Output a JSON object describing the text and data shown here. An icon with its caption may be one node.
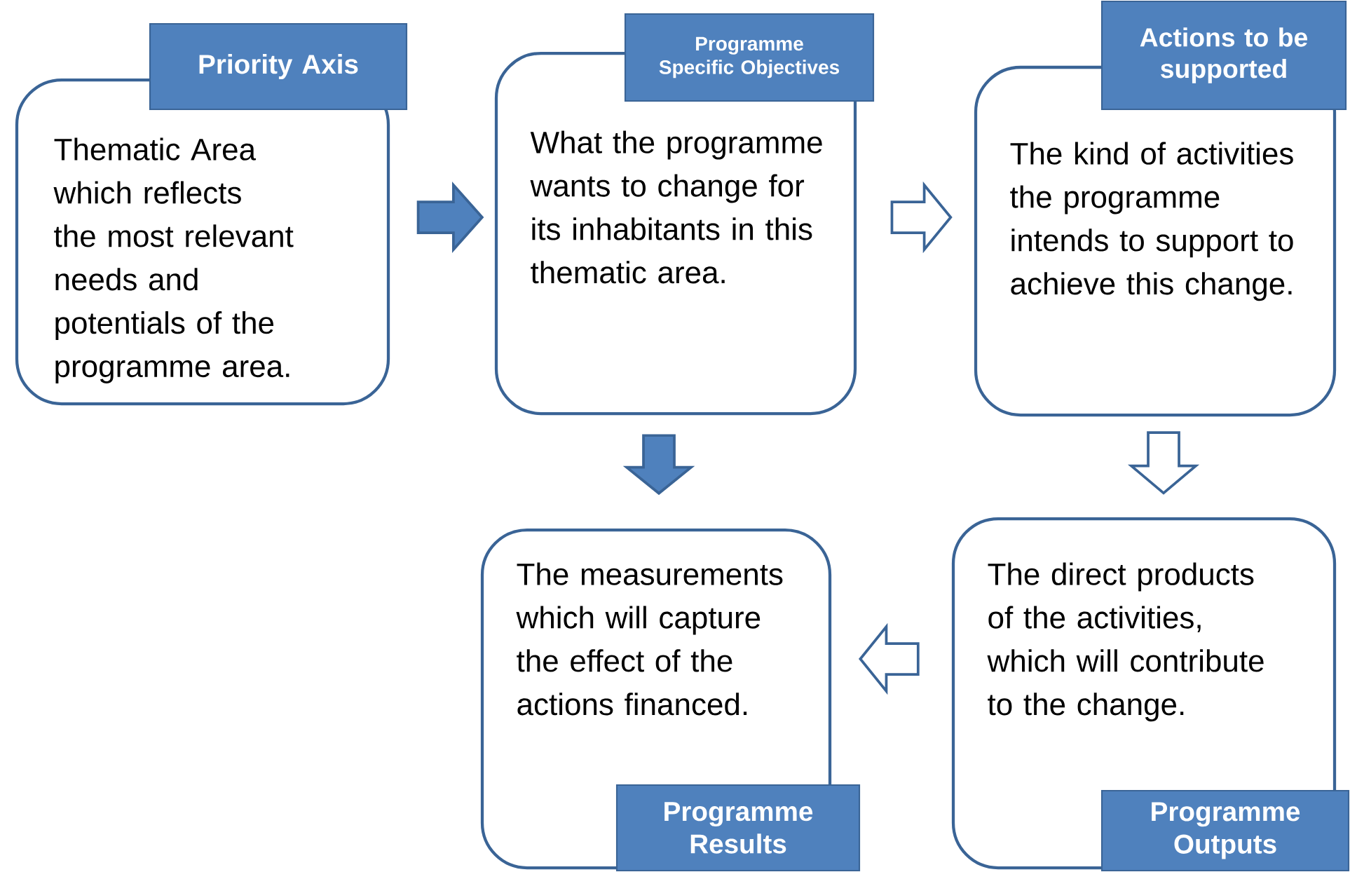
{
  "diagram": {
    "nodes": [
      {
        "text": [
          "Priority Axis",
          "Thematic Area which reflects the most relevant needs and potentials of the programme area."
        ]
      },
      {
        "text": [
          "Programme Specific Objectives",
          "What the programme wants to change for its inhabitants in this thematic area."
        ]
      },
      {
        "text": [
          "Actions to be supported",
          "The kind of activities the programme intends to support to achieve this change."
        ]
      },
      {
        "text": [
          "The measurements which will capture the effect of the actions financed.",
          "Programme Results"
        ]
      },
      {
        "text": [
          "The direct products of the activities, which will contribute to the change.",
          "Programme Outputs"
        ]
      }
    ],
    "edges": [
      {
        "from": 0,
        "to": 1,
        "arrow": "to",
        "style": "thick"
      },
      {
        "from": 1,
        "to": 2,
        "arrow": "to"
      },
      {
        "from": 1,
        "to": 3,
        "arrow": "to",
        "style": "thick"
      },
      {
        "from": 2,
        "to": 4,
        "arrow": "to"
      },
      {
        "from": 4,
        "to": 3,
        "arrow": "to"
      }
    ]
  }
}
